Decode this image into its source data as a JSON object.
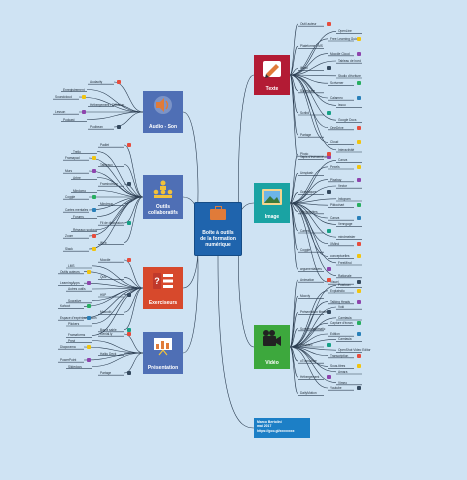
{
  "center": {
    "line1": "Boîte à outils",
    "line2": "de la formation",
    "line3": "numérique"
  },
  "author": {
    "name": "Marco Bertolini",
    "date": "mai 2017",
    "url": "https://goo.gl/xxxxxxxx"
  },
  "branches": {
    "texte": {
      "label": "Texte",
      "color": "#b31b34",
      "leaves": [
        "Outil auteur",
        "OpenLine",
        "Free Learning Guide",
        "Plateforme LMS",
        "Moodle Cloud",
        "Tableau de bord",
        "Word",
        "Studio d'écriture",
        "Scrivener",
        "Slideshare",
        "Calameo",
        "Issuu",
        "Scribd",
        "Google Docs",
        "OneDrive",
        "Partage",
        "Cloud",
        "Interactivité",
        "Tapis d'évènements"
      ]
    },
    "image": {
      "label": "Image",
      "color": "#1aa3a3",
      "leaves": [
        "Photo",
        "Canva",
        "Pexels",
        "Unsplash",
        "Pixabay",
        "Vector",
        "Graphiques",
        "Infogram",
        "Piktochart",
        "Infographies",
        "Canva",
        "Venngage",
        "Cartes",
        "mindmeister",
        "XMind",
        "Coggle",
        "conceptuelles",
        "FreeMind",
        "argumentatives",
        "Rationale",
        "Visuel"
      ]
    },
    "video": {
      "label": "Vidéo",
      "color": "#3da83d",
      "leaves": [
        "Animation",
        "Powtoon",
        "Explaindio",
        "Moovly",
        "Talking Heads",
        "Voki",
        "Présentation filmée",
        "Camtasia",
        "Capture d'écran",
        "Screencastomatic",
        "Edition",
        "Camtasia",
        "Wevideo",
        "OpenShot Video Editor",
        "Transcription",
        "oTranscribe",
        "Sous-titres",
        "Amara",
        "Hébergement",
        "Vimeo",
        "Youtube",
        "DailyMotion"
      ]
    },
    "audio": {
      "label": "Audio - Son",
      "color": "#4f6fb5",
      "leaves": [
        "Audacity",
        "Enregistrement",
        "Soundcloud",
        "Hébergement / Diffusion",
        "Lesson",
        "Podcast",
        "Podbean"
      ]
    },
    "collab": {
      "label": "Outils collaboratifs",
      "color": "#4f6fb5",
      "leaves": [
        "Padlet",
        "Trello",
        "Framapad",
        "Tableaux",
        "Murs",
        "Arbre",
        "Framindmap",
        "Mindomo",
        "Coggle",
        "Mindmup",
        "Cartes mentales",
        "Forums",
        "Fil de discussion",
        "Réseaux sociaux",
        "Zoom",
        "Web",
        "Slack"
      ]
    },
    "exercises": {
      "label": "Exerciseurs",
      "color": "#d7492c",
      "leaves": [
        "Moodle",
        "LMS",
        "Outils auteurs",
        "Quiz",
        "LearningApps",
        "Autres outils",
        "H5P",
        "Socrative",
        "Kahoot",
        "Moocdb",
        "Espace d'expérimentation",
        "Plickers",
        "Bac à sable",
        "Framaforms"
      ]
    },
    "presentation": {
      "label": "Présentation",
      "color": "#4f6fb5",
      "leaves": [
        "Genial.ly",
        "Prezi",
        "Diaporama",
        "Haiku Deck",
        "PowerPoint",
        "Slidedocs",
        "Partage"
      ]
    }
  }
}
